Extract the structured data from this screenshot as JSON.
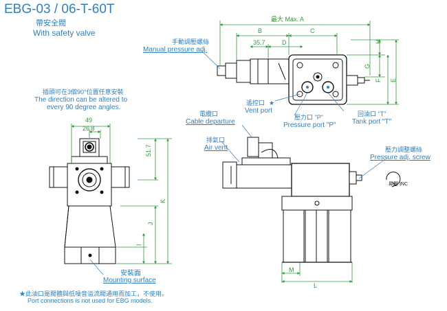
{
  "header": {
    "model": "EBG-03 / 06-T-60T",
    "subtitle_cn": "帶安全閥",
    "subtitle_en": "With safety valve"
  },
  "notes": {
    "direction_cn": "插頭可在3個90°位置任意安裝",
    "direction_en_1": "The direction can be altered to",
    "direction_en_2": "every 90 degree angles.",
    "footnote_cn": "★此油口是閥體與低噪音溢流閥通用而加工，不使用。",
    "footnote_en": "Port connections is not used for EBG models."
  },
  "labels": {
    "manual_adj_cn": "手動調壓螺絲",
    "manual_adj_en": "Manual pressure adj.",
    "vent_port_cn": "遙控口",
    "vent_port_star": "★",
    "vent_port_en": "Vent port",
    "pressure_port_cn": "壓力口 \"P\"",
    "pressure_port_en": "Pressure port \"P\"",
    "tank_port_cn": "回油口 \"T\"",
    "tank_port_en": "Tank port \"T\"",
    "cable_cn": "電纜口",
    "cable_en": "Cable departure",
    "air_vent_cn": "排氣口",
    "air_vent_en": "Air vent",
    "pressure_screw_cn": "壓力調整螺絲",
    "pressure_screw_en": "Pressure adj. screw",
    "inc_label": "昇壓 INC",
    "mounting_cn": "安裝面",
    "mounting_en": "Mounting surface"
  },
  "dimensions": {
    "max_a": "最大 Max. A",
    "b": "B",
    "c": "C",
    "d": "D",
    "v35_7": "35.7",
    "h": "H",
    "g": "G",
    "f": "F",
    "e": "E",
    "v49": "49",
    "v26_8": "26.8",
    "v51_7": "51.7",
    "k": "K",
    "j": "J",
    "i": "I",
    "m": "M",
    "l": "L"
  },
  "colors": {
    "text_blue": "#2e7fc2",
    "dim_green": "#2f9c3b",
    "line_black": "#111111",
    "note_green": "#2f9c3b"
  }
}
